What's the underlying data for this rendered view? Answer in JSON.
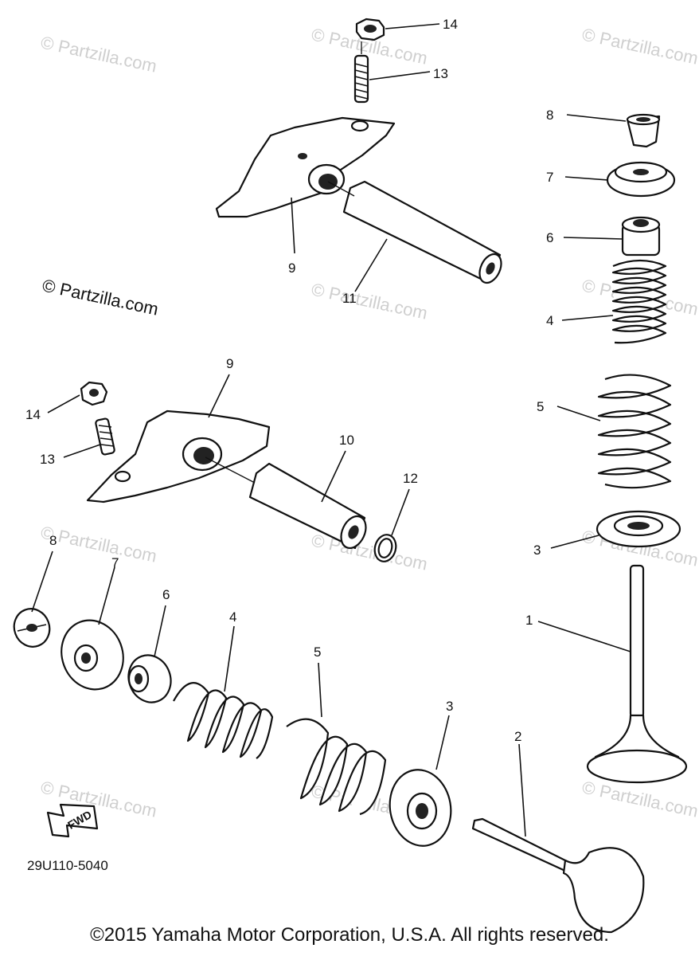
{
  "diagram_code": "29U110-5040",
  "copyright": "©2015 Yamaha Motor Corporation, U.S.A. All rights reserved.",
  "watermark": "© Partzilla.com",
  "fwd_label": "FWD",
  "callouts": {
    "c1": "1",
    "c2": "2",
    "c3a": "3",
    "c3b": "3",
    "c4a": "4",
    "c4b": "4",
    "c5a": "5",
    "c5b": "5",
    "c6a": "6",
    "c6b": "6",
    "c7a": "7",
    "c7b": "7",
    "c8a": "8",
    "c8b": "8",
    "c9a": "9",
    "c9b": "9",
    "c10": "10",
    "c11": "11",
    "c12": "12",
    "c13a": "13",
    "c13b": "13",
    "c14a": "14",
    "c14b": "14"
  },
  "colors": {
    "ink": "#111111",
    "watermark": "#cfcfcf",
    "background": "#ffffff"
  }
}
